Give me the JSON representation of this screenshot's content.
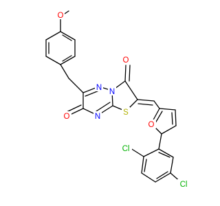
{
  "molecule": {
    "atoms": {
      "o_methoxy": "O",
      "o_carbonyl_upper": "O",
      "n_upper": "N",
      "n_lower_right": "N",
      "n_left": "N",
      "s_thiazole": "S",
      "o_carbonyl_lower": "O",
      "o_furan": "O",
      "cl_ortho": "Cl",
      "cl_meta": "Cl"
    },
    "colors": {
      "bond": "#000000",
      "oxygen": "#ff0000",
      "nitrogen": "#0000ff",
      "sulfur": "#b2b200",
      "chlorine": "#00b200"
    }
  }
}
